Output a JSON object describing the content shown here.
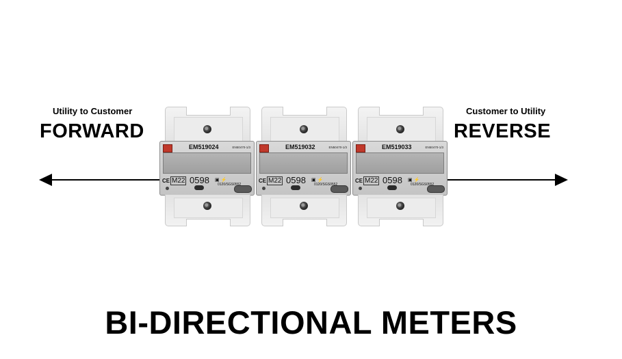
{
  "left": {
    "subtitle": "Utility to Customer",
    "title": "FORWARD"
  },
  "right": {
    "subtitle": "Customer to Utility",
    "title": "REVERSE"
  },
  "main_title": "BI-DIRECTIONAL METERS",
  "meters": [
    {
      "serial": "EM519024",
      "standard": "EN50470-1/3",
      "ce": "CE",
      "class_mark": "M22",
      "code": "0598",
      "cert": "0120/SGS0552"
    },
    {
      "serial": "EM519032",
      "standard": "EN50470-1/3",
      "ce": "CE",
      "class_mark": "M22",
      "code": "0598",
      "cert": "0120/SGS0552"
    },
    {
      "serial": "EM519033",
      "standard": "EN50470-1/3",
      "ce": "CE",
      "class_mark": "M22",
      "code": "0598",
      "cert": "0120/SGS0552"
    }
  ],
  "colors": {
    "text": "#000000",
    "meter_body": "#e6e6e6",
    "lcd": "#a9a9a9",
    "logo": "#c0392b"
  }
}
